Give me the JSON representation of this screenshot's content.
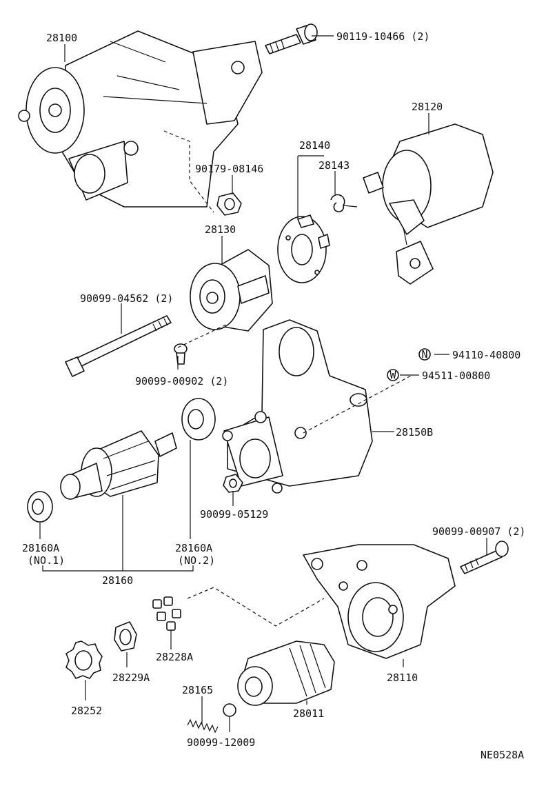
{
  "diagram_code": "NE0528A",
  "parts": {
    "p28100": "28100",
    "p90119": "90119-10466 (2)",
    "p28120": "28120",
    "p28140": "28140",
    "p28143": "28143",
    "p90179": "90179-08146",
    "p28130": "28130",
    "p90099_04562": "90099-04562 (2)",
    "p94110": "94110-40800",
    "p94511": "94511-00800",
    "p90099_00902": "90099-00902 (2)",
    "p28150b": "28150B",
    "p90099_05129": "90099-05129",
    "p28160a_1": "28160A",
    "p28160a_1_note": "(NO.1)",
    "p28160a_2": "28160A",
    "p28160a_2_note": "(NO.2)",
    "p28160": "28160",
    "p90099_00907": "90099-00907 (2)",
    "p28228a": "28228A",
    "p28229a": "28229A",
    "p28252": "28252",
    "p28165": "28165",
    "p28011": "28011",
    "p28110": "28110",
    "p90099_12009": "90099-12009"
  },
  "markers": {
    "nut": "N",
    "washer": "W"
  }
}
